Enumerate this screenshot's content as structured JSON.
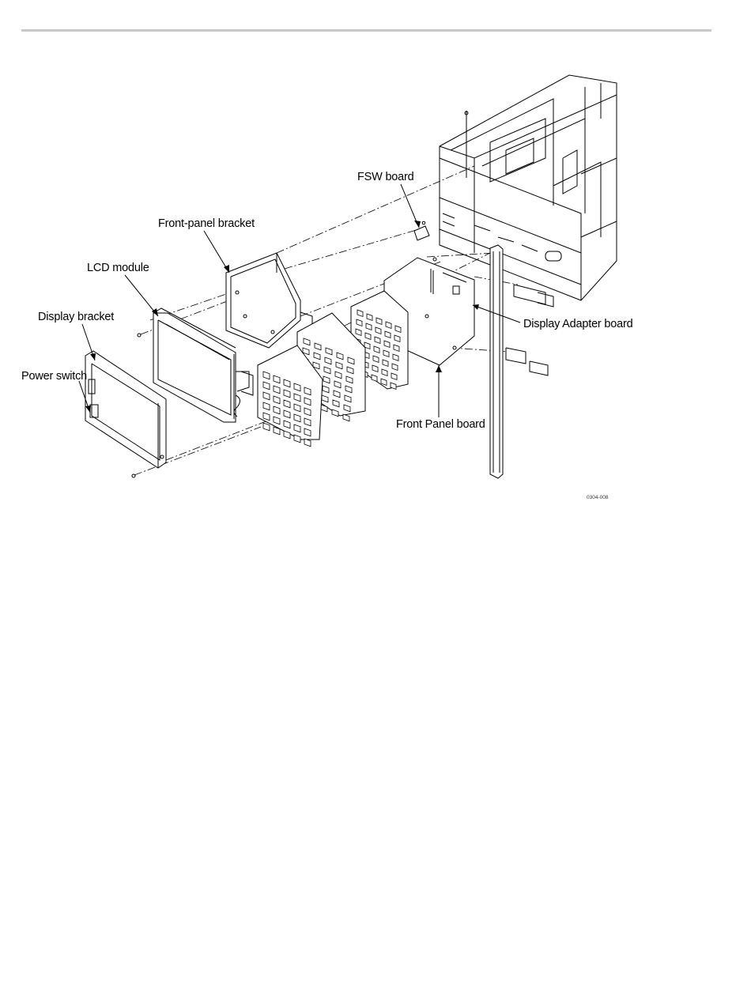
{
  "callouts": {
    "fsw_board": "FSW board",
    "front_panel_bracket": "Front-panel bracket",
    "lcd_module": "LCD module",
    "display_bracket": "Display bracket",
    "power_switch": "Power switch",
    "display_adapter_board": "Display Adapter board",
    "front_panel_board": "Front Panel board"
  },
  "figure_id": "0304-008",
  "colors": {
    "line": "#000000",
    "rule": "#c8c8c8"
  }
}
